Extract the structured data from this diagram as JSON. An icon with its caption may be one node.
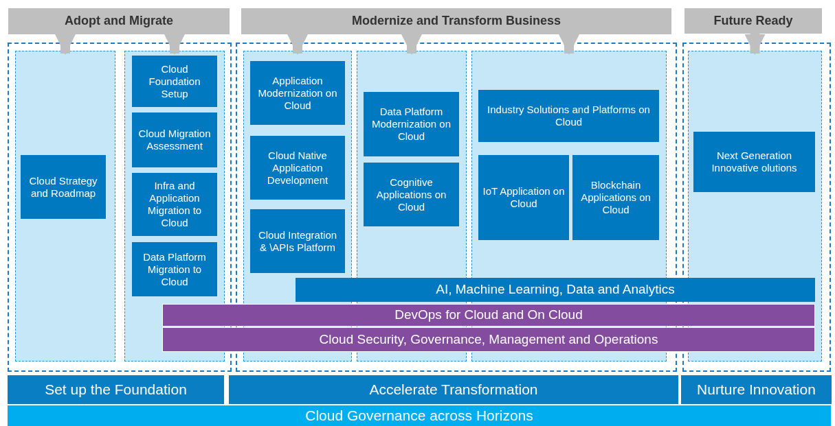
{
  "diagram": {
    "nodes": [
      {
        "text": [
          "Adopt and Migrate"
        ]
      },
      {
        "text": [
          "Modernize and Transform Business"
        ]
      },
      {
        "text": [
          "Future Ready"
        ]
      },
      {
        "text": [],
        "shape": "box"
      },
      {
        "text": [],
        "shape": "box"
      },
      {
        "text": [],
        "shape": "box"
      },
      {
        "text": [],
        "shape": "box",
        "in": 3
      },
      {
        "text": [],
        "shape": "box",
        "in": 3
      },
      {
        "text": [],
        "shape": "box",
        "in": 4
      },
      {
        "text": [],
        "shape": "box",
        "in": 4
      },
      {
        "text": [],
        "shape": "box",
        "in": 4
      },
      {
        "text": [],
        "shape": "box",
        "in": 5
      },
      {
        "text": [
          "Cloud Strategy and Roadmap"
        ],
        "in": 6
      },
      {
        "text": [
          "Cloud Foundation Setup"
        ],
        "in": 7
      },
      {
        "text": [
          "Cloud Migration Assessment"
        ],
        "in": 7
      },
      {
        "text": [
          "Infra and Application Migration to Cloud"
        ],
        "in": 7
      },
      {
        "text": [
          "Data Platform Migration to Cloud"
        ],
        "in": 7
      },
      {
        "text": [
          "Application Modernization on Cloud"
        ],
        "in": 8
      },
      {
        "text": [
          "Cloud Native Application Development"
        ],
        "in": 8
      },
      {
        "text": [
          "Cloud Integration & \\APIs Platform"
        ],
        "in": 8
      },
      {
        "text": [
          "Data Platform Modernization on Cloud"
        ],
        "in": 9
      },
      {
        "text": [
          "Cognitive Applications on Cloud"
        ],
        "in": 9
      },
      {
        "text": [
          "Industry Solutions and Platforms on Cloud"
        ],
        "in": 10
      },
      {
        "text": [
          "IoT Application on Cloud"
        ],
        "in": 10
      },
      {
        "text": [
          "Blockchain Applications on Cloud"
        ],
        "in": 10
      },
      {
        "text": [
          "Next Generation Innovative olutions"
        ],
        "in": 11
      },
      {
        "text": [
          "AI, Machine Learning, Data and Analytics"
        ]
      },
      {
        "text": [
          "DevOps for Cloud and On Cloud"
        ]
      },
      {
        "text": [
          "Cloud Security, Governance, Management and Operations"
        ]
      },
      {
        "text": [
          "Set up the Foundation"
        ]
      },
      {
        "text": [
          "Accelerate Transformation"
        ]
      },
      {
        "text": [
          "Nurture Innovation"
        ]
      },
      {
        "text": [
          "Cloud Governance across Horizons"
        ]
      }
    ],
    "edges": [
      {
        "from": 0,
        "to": 6,
        "arrow": "to"
      },
      {
        "from": 0,
        "to": 7,
        "arrow": "to"
      },
      {
        "from": 1,
        "to": 8,
        "arrow": "to"
      },
      {
        "from": 1,
        "to": 9,
        "arrow": "to"
      },
      {
        "from": 1,
        "to": 10,
        "arrow": "to"
      },
      {
        "from": 2,
        "to": 11,
        "arrow": "to"
      }
    ]
  }
}
